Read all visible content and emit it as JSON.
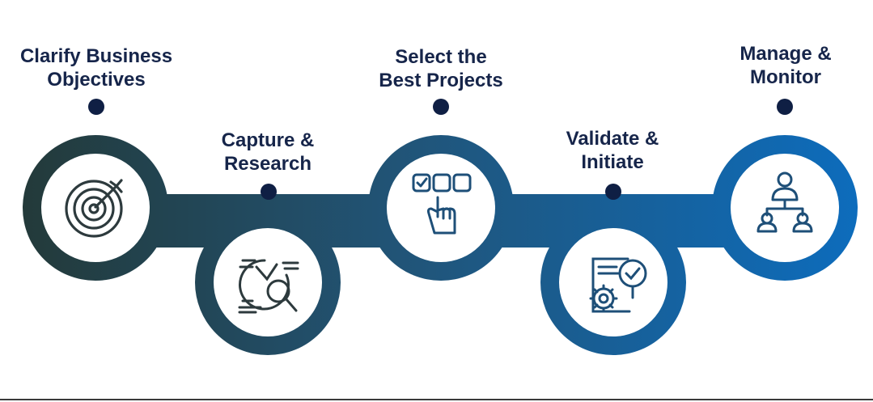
{
  "steps": [
    {
      "line1": "Clarify Business",
      "line2": "Objectives",
      "icon": "target-icon"
    },
    {
      "line1": "Capture &",
      "line2": "Research",
      "icon": "research-magnifier-icon"
    },
    {
      "line1": "Select the",
      "line2": "Best Projects",
      "icon": "selection-checkbox-hand-icon"
    },
    {
      "line1": "Validate &",
      "line2": "Initiate",
      "icon": "validate-document-gear-icon"
    },
    {
      "line1": "Manage &",
      "line2": "Monitor",
      "icon": "team-hierarchy-icon"
    }
  ],
  "colors": {
    "text": "#16254a",
    "dot": "#0f1f44",
    "gradient_start": "#233a3a",
    "gradient_mid": "#215477",
    "gradient_end": "#0d6cbc",
    "icon_stroke": "#1e4f78",
    "icon_stroke_alt": "#2d3a3d"
  }
}
